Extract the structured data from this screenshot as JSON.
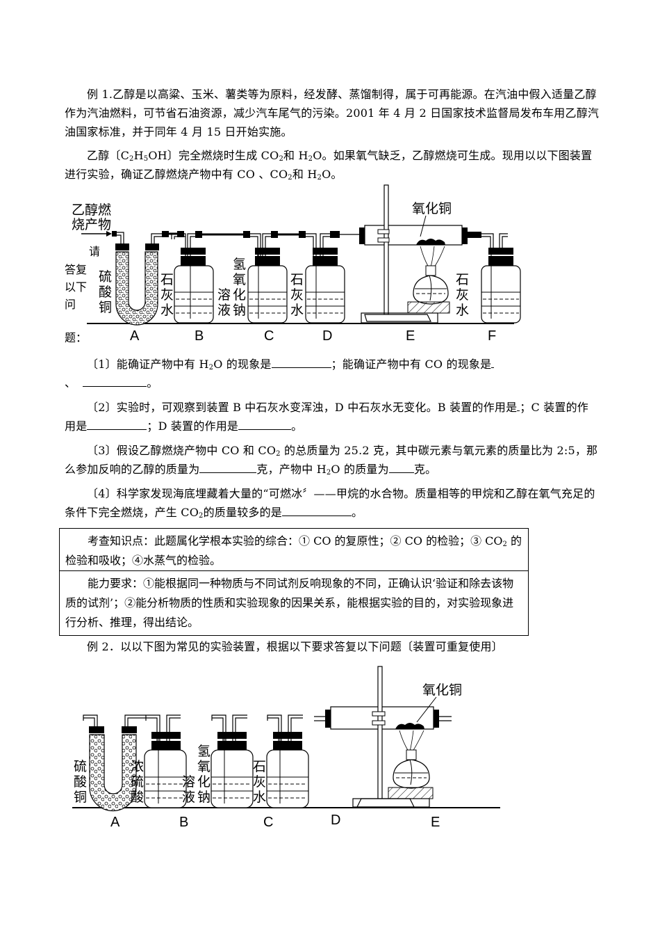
{
  "example1": {
    "intro": "例 1.乙醇是以高粱、玉米、薯类等为原料，经发酵、蒸馏制得，属于可再能源。在汽油中假入适量乙醇作为汽油燃料，可节省石油资源，减少汽车尾气的污染。2001 年 4 月 2 日国家技术监督局发布车用乙醇汽油国家标准，并于同年 4 月 15 日开始实施。",
    "para2_a": "乙醇〔C",
    "para2_b": "H",
    "para2_c": "OH〕完全燃烧时生成 CO",
    "para2_d": "和 H",
    "para2_e": "O。如果氧气缺乏，乙醇燃烧可生成。现用以以下图装置进行实验，确证乙醇燃烧产物中有 CO 、CO",
    "para2_f": "和 H",
    "para2_g": "O。",
    "sub2": "2",
    "sub5": "5",
    "side_text": [
      "请",
      "答复",
      "以下",
      "问",
      "题："
    ],
    "diagram": {
      "inlet_label": [
        "乙醇燃",
        "烧产物"
      ],
      "top_label": "氧化铜",
      "reagents": {
        "A": [
          "硫",
          "酸",
          "铜"
        ],
        "B": [
          "石",
          "灰",
          "水"
        ],
        "C1": [
          "氢",
          "氧",
          "化",
          "钠"
        ],
        "C2": [
          "溶",
          "液"
        ],
        "D": [
          "石",
          "灰",
          "水"
        ],
        "F": [
          "石",
          "灰",
          "水"
        ]
      },
      "letters": [
        "A",
        "B",
        "C",
        "D",
        "E",
        "F"
      ]
    },
    "questions": [
      {
        "num": "〔1〕",
        "parts": [
          "能确证产物中有 H",
          "2",
          "O 的现象是",
          "；能确证产物中有 CO 的现象是",
          "、",
          "。"
        ]
      },
      {
        "num": "〔2〕",
        "parts": [
          "实验时，可观察到装置 B 中石灰水变浑浊，D 中石灰水无变化。B 装置的作用是",
          "；C 装置的作用是",
          "；D 装置的作用是",
          "。"
        ]
      },
      {
        "num": "〔3〕",
        "parts": [
          "假设乙醇燃烧产物中 CO 和 CO",
          "2",
          " 的总质量为 25.2 克，其中碳元素与氧元素的质量比为 2:5，那么参加反响的乙醇的质量为",
          "克，产物中 H",
          "2",
          "O 的质量为",
          "克。"
        ]
      },
      {
        "num": "〔4〕",
        "parts": [
          "科学家发现海底埋藏着大量的“可燃冰〞——甲烷的水合物。质量相等的甲烷和乙醇在氧气充足的条件下完全燃烧，产生 CO",
          "2",
          "的质量较多的是",
          "。"
        ]
      }
    ]
  },
  "analysis_box": {
    "knowledge_a": "考查知识点：此题属化学根本实验的综合：① CO 的复原性；② CO 的检验；③ CO",
    "knowledge_sub": "2",
    "knowledge_b": " 的检验和吸收；④水蒸气的检验。",
    "ability": "能力要求：①能根据同一种物质与不同试剂反响现象的不同，正确认识‘验证和除去该物质的试剂’；②能分析物质的性质和实验现象的因果关系，能根据实验的目的，对实验现象进行分析、推理，得出结论。"
  },
  "example2": {
    "intro": "例 2．以以下图为常见的实验装置，根据以下要求答复以下问题〔装置可重复使用〕",
    "diagram": {
      "top_label": "氧化铜",
      "reagents": {
        "A": [
          "硫",
          "酸",
          "铜"
        ],
        "B": [
          "浓",
          "硫",
          "酸"
        ],
        "C1": [
          "氢",
          "氧",
          "化",
          "钠"
        ],
        "C2": [
          "溶",
          "液"
        ],
        "D": [
          "石",
          "灰",
          "水"
        ]
      },
      "letters": [
        "A",
        "B",
        "C",
        "D",
        "E"
      ]
    }
  }
}
